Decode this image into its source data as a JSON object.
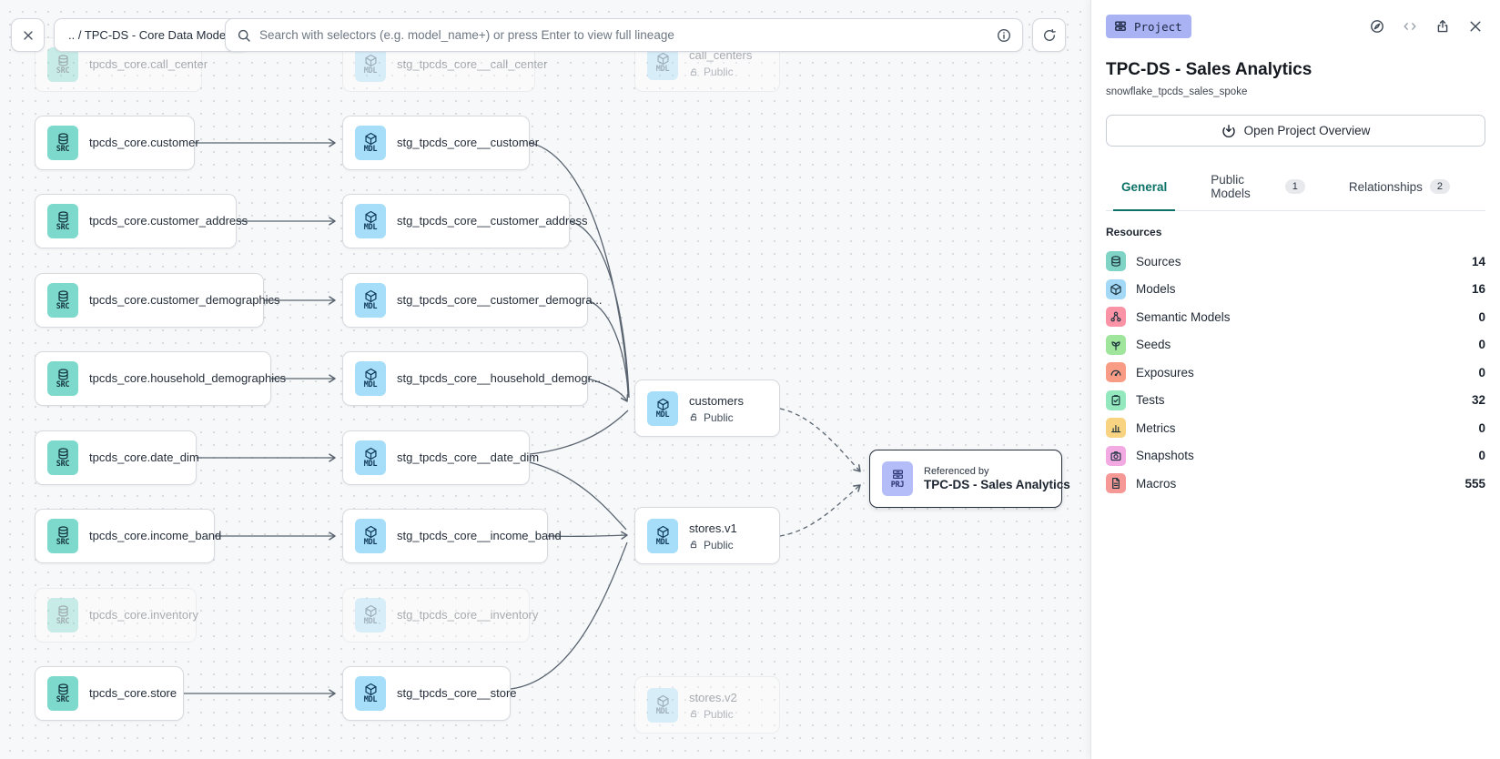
{
  "toolbar": {
    "breadcrumb": ".. / TPC-DS - Core Data Models",
    "search_placeholder": "Search with selectors (e.g. model_name+) or press Enter to view full lineage"
  },
  "panel": {
    "badge": "Project",
    "title": "TPC-DS - Sales Analytics",
    "subtitle": "snowflake_tpcds_sales_spoke",
    "overview_button": "Open Project Overview",
    "tabs": [
      {
        "label": "General",
        "count": null,
        "active": true
      },
      {
        "label": "Public Models",
        "count": "1",
        "active": false
      },
      {
        "label": "Relationships",
        "count": "2",
        "active": false
      }
    ],
    "resources_heading": "Resources",
    "resources": [
      {
        "label": "Sources",
        "count": "14",
        "icon": "database-icon",
        "color": "#7fd4c6"
      },
      {
        "label": "Models",
        "count": "16",
        "icon": "cube-icon",
        "color": "#a3d8f6"
      },
      {
        "label": "Semantic Models",
        "count": "0",
        "icon": "semantic-model-icon",
        "color": "#fa93a6"
      },
      {
        "label": "Seeds",
        "count": "0",
        "icon": "seed-icon",
        "color": "#9fe59b"
      },
      {
        "label": "Exposures",
        "count": "0",
        "icon": "gauge-icon",
        "color": "#f89c86"
      },
      {
        "label": "Tests",
        "count": "32",
        "icon": "clipboard-check-icon",
        "color": "#93e9bd"
      },
      {
        "label": "Metrics",
        "count": "0",
        "icon": "bar-chart-icon",
        "color": "#f8d381"
      },
      {
        "label": "Snapshots",
        "count": "0",
        "icon": "camera-icon",
        "color": "#f3a9e2"
      },
      {
        "label": "Macros",
        "count": "555",
        "icon": "document-icon",
        "color": "#f59896"
      }
    ]
  },
  "canvas": {
    "nodes": [
      {
        "id": "src-call-center",
        "type": "src",
        "type_label": "SRC",
        "label": "tpcds_core.call_center",
        "badge": null,
        "faded": true
      },
      {
        "id": "src-customer",
        "type": "src",
        "type_label": "SRC",
        "label": "tpcds_core.customer",
        "badge": null,
        "faded": false
      },
      {
        "id": "src-customer-address",
        "type": "src",
        "type_label": "SRC",
        "label": "tpcds_core.customer_address",
        "badge": null,
        "faded": false
      },
      {
        "id": "src-customer-demographics",
        "type": "src",
        "type_label": "SRC",
        "label": "tpcds_core.customer_demographics",
        "badge": null,
        "faded": false
      },
      {
        "id": "src-household-demographics",
        "type": "src",
        "type_label": "SRC",
        "label": "tpcds_core.household_demographics",
        "badge": null,
        "faded": false
      },
      {
        "id": "src-date-dim",
        "type": "src",
        "type_label": "SRC",
        "label": "tpcds_core.date_dim",
        "badge": null,
        "faded": false
      },
      {
        "id": "src-income-band",
        "type": "src",
        "type_label": "SRC",
        "label": "tpcds_core.income_band",
        "badge": null,
        "faded": false
      },
      {
        "id": "src-inventory",
        "type": "src",
        "type_label": "SRC",
        "label": "tpcds_core.inventory",
        "badge": null,
        "faded": true
      },
      {
        "id": "src-store",
        "type": "src",
        "type_label": "SRC",
        "label": "tpcds_core.store",
        "badge": null,
        "faded": false
      },
      {
        "id": "mdl-stg-call-center",
        "type": "mdl",
        "type_label": "MDL",
        "label": "stg_tpcds_core__call_center",
        "badge": null,
        "faded": true
      },
      {
        "id": "mdl-stg-customer",
        "type": "mdl",
        "type_label": "MDL",
        "label": "stg_tpcds_core__customer",
        "badge": null,
        "faded": false
      },
      {
        "id": "mdl-stg-customer-address",
        "type": "mdl",
        "type_label": "MDL",
        "label": "stg_tpcds_core__customer_address",
        "badge": null,
        "faded": false
      },
      {
        "id": "mdl-stg-customer-demographics",
        "type": "mdl",
        "type_label": "MDL",
        "label": "stg_tpcds_core__customer_demogra...",
        "badge": null,
        "faded": false
      },
      {
        "id": "mdl-stg-household-demographics",
        "type": "mdl",
        "type_label": "MDL",
        "label": "stg_tpcds_core__household_demogr...",
        "badge": null,
        "faded": false
      },
      {
        "id": "mdl-stg-date-dim",
        "type": "mdl",
        "type_label": "MDL",
        "label": "stg_tpcds_core__date_dim",
        "badge": null,
        "faded": false
      },
      {
        "id": "mdl-stg-income-band",
        "type": "mdl",
        "type_label": "MDL",
        "label": "stg_tpcds_core__income_band",
        "badge": null,
        "faded": false
      },
      {
        "id": "mdl-stg-inventory",
        "type": "mdl",
        "type_label": "MDL",
        "label": "stg_tpcds_core__inventory",
        "badge": null,
        "faded": true
      },
      {
        "id": "mdl-stg-store",
        "type": "mdl",
        "type_label": "MDL",
        "label": "stg_tpcds_core__store",
        "badge": null,
        "faded": false
      },
      {
        "id": "mdl-call-centers",
        "type": "mdl",
        "type_label": "MDL",
        "label": "call_centers",
        "badge": "Public",
        "faded": true
      },
      {
        "id": "mdl-customers",
        "type": "mdl",
        "type_label": "MDL",
        "label": "customers",
        "badge": "Public",
        "faded": false
      },
      {
        "id": "mdl-stores-v1",
        "type": "mdl",
        "type_label": "MDL",
        "label": "stores.v1",
        "badge": "Public",
        "faded": false
      },
      {
        "id": "mdl-stores-v2",
        "type": "mdl",
        "type_label": "MDL",
        "label": "stores.v2",
        "badge": "Public",
        "faded": true
      }
    ],
    "project_node": {
      "type_label": "PRJ",
      "ref_label": "Referenced by",
      "title": "TPC-DS - Sales Analytics"
    }
  },
  "colors": {
    "accent_teal": "#0c7268",
    "badge_purple": "#a9b3f4",
    "src_icon": "#7cd9cb",
    "mdl_icon": "#a6ddf8",
    "prj_icon": "#b5bdf8",
    "edge": "#596470"
  }
}
